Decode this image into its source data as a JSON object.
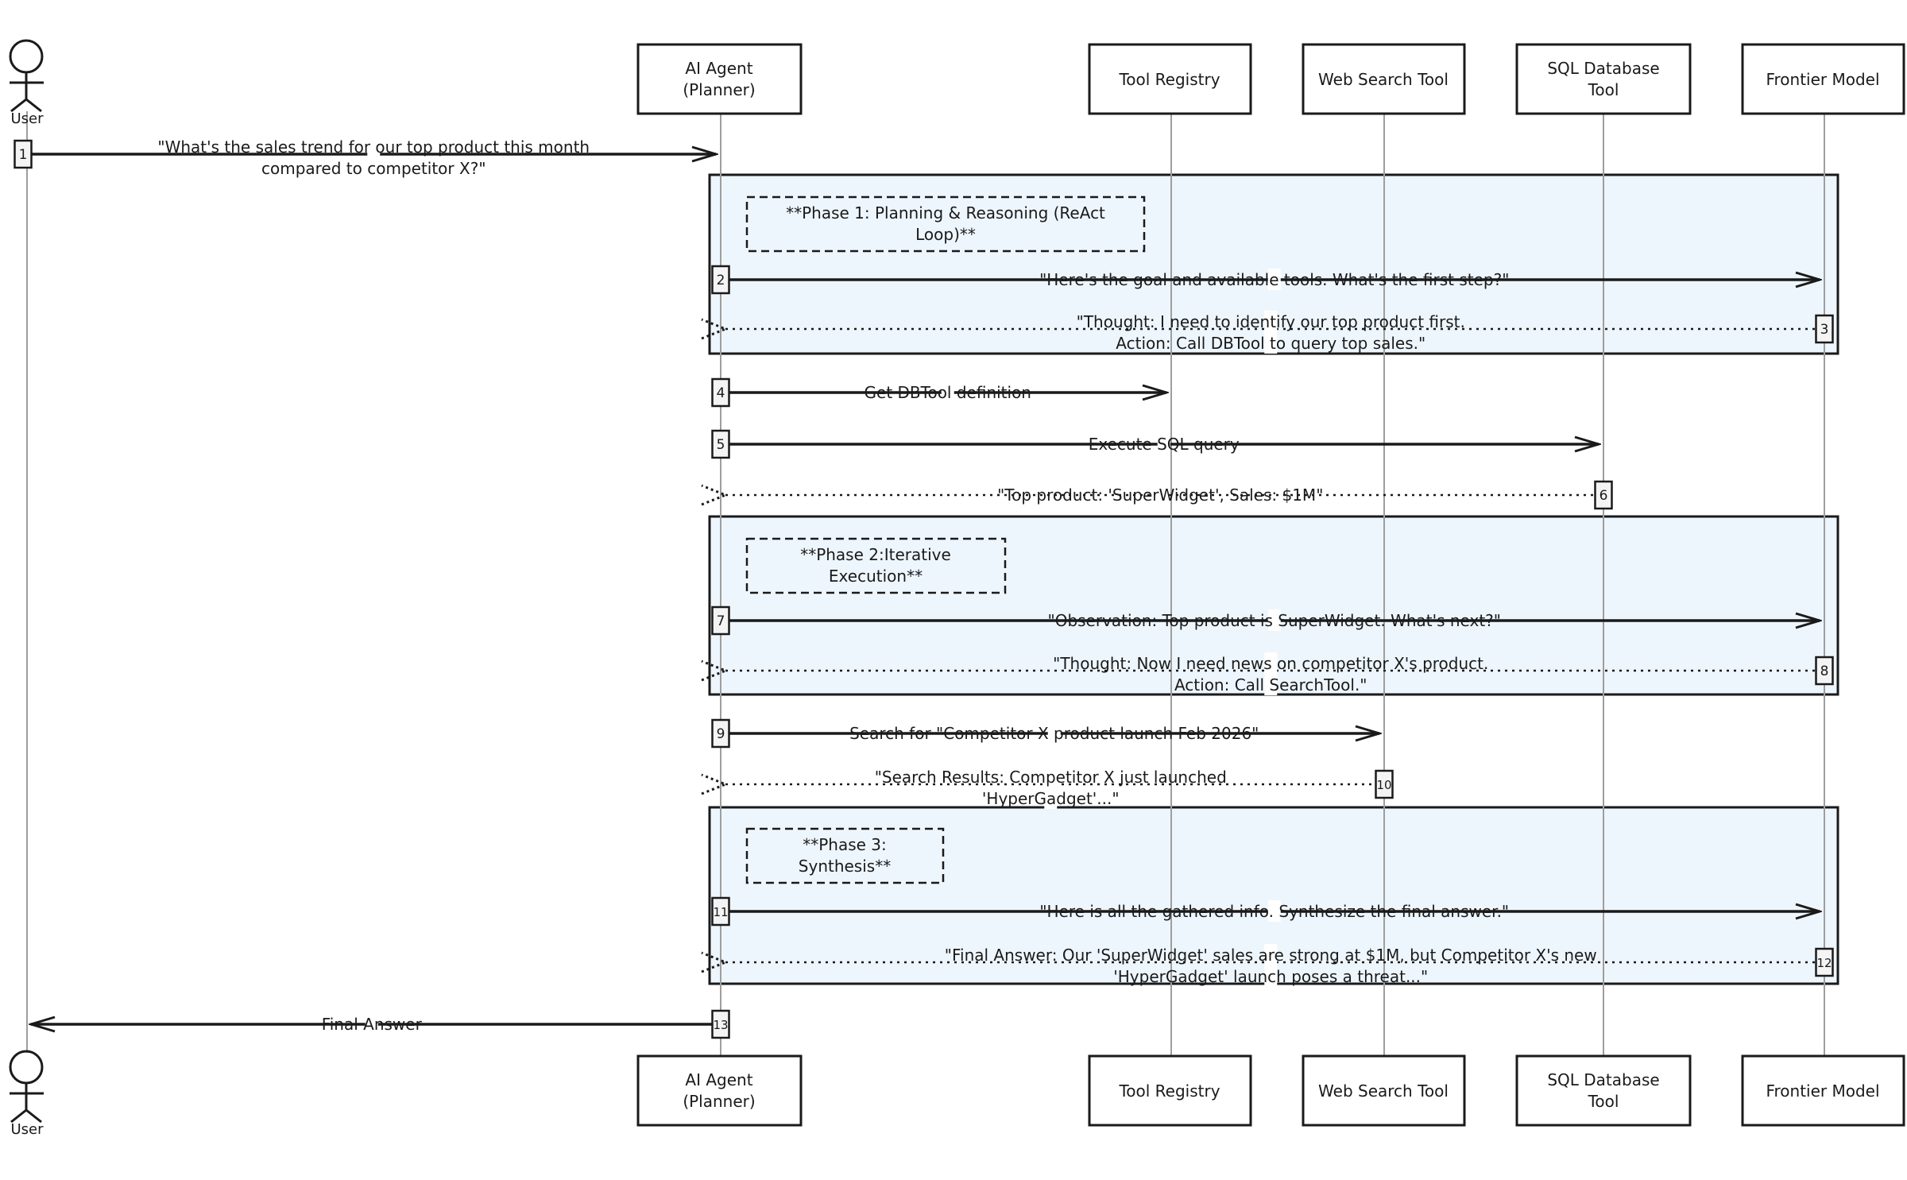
{
  "participants": {
    "user": "User",
    "agent": [
      "AI Agent",
      "(Planner)"
    ],
    "registry": "Tool Registry",
    "web": "Web Search Tool",
    "sql": [
      "SQL Database",
      "Tool"
    ],
    "model": "Frontier Model"
  },
  "phases": [
    {
      "label": [
        "**Phase 1: Planning & Reasoning (ReAct",
        "Loop)**"
      ]
    },
    {
      "label": [
        "**Phase 2:Iterative",
        "Execution**"
      ]
    },
    {
      "label": [
        "**Phase 3:",
        "Synthesis**"
      ]
    }
  ],
  "messages": [
    {
      "num": "1",
      "from": "user",
      "to": "agent",
      "style": "solid",
      "text": [
        "\"What's the sales trend for our top product this month",
        "compared to competitor X?\""
      ]
    },
    {
      "num": "2",
      "from": "agent",
      "to": "model",
      "style": "solid",
      "text": [
        "\"Here's the goal and available tools. What's the first step?\""
      ]
    },
    {
      "num": "3",
      "from": "model",
      "to": "agent",
      "style": "dotted",
      "text": [
        "\"Thought: I need to identify our top product first.",
        "Action: Call DBTool to query top sales.\""
      ]
    },
    {
      "num": "4",
      "from": "agent",
      "to": "registry",
      "style": "solid",
      "text": [
        "Get DBTool definition"
      ]
    },
    {
      "num": "5",
      "from": "agent",
      "to": "sql",
      "style": "solid",
      "text": [
        "Execute SQL query"
      ]
    },
    {
      "num": "6",
      "from": "sql",
      "to": "agent",
      "style": "dotted",
      "text": [
        "\"Top product: 'SuperWidget', Sales: $1M\""
      ]
    },
    {
      "num": "7",
      "from": "agent",
      "to": "model",
      "style": "solid",
      "text": [
        "\"Observation: Top product is SuperWidget. What's next?\""
      ]
    },
    {
      "num": "8",
      "from": "model",
      "to": "agent",
      "style": "dotted",
      "text": [
        "\"Thought: Now I need news on competitor X's product.",
        "Action: Call SearchTool.\""
      ]
    },
    {
      "num": "9",
      "from": "agent",
      "to": "web",
      "style": "solid",
      "text": [
        "Search for \"Competitor X product launch Feb 2026\""
      ]
    },
    {
      "num": "10",
      "from": "web",
      "to": "agent",
      "style": "dotted",
      "text": [
        "\"Search Results: Competitor X just launched",
        "'HyperGadget'...\""
      ]
    },
    {
      "num": "11",
      "from": "agent",
      "to": "model",
      "style": "solid",
      "text": [
        "\"Here is all the gathered info. Synthesize the final answer.\""
      ]
    },
    {
      "num": "12",
      "from": "model",
      "to": "agent",
      "style": "dotted",
      "text": [
        "\"Final Answer: Our 'SuperWidget' sales are strong at $1M, but Competitor X's new",
        "'HyperGadget' launch poses a threat...\""
      ]
    },
    {
      "num": "13",
      "from": "agent",
      "to": "user",
      "style": "solid",
      "text": [
        "Final Answer"
      ]
    }
  ],
  "colors": {
    "phase_fill": "#eef6fd",
    "line": "#1a1a1a",
    "lifeline": "#9e9e9e",
    "badge_fill": "#f4f4f4"
  }
}
